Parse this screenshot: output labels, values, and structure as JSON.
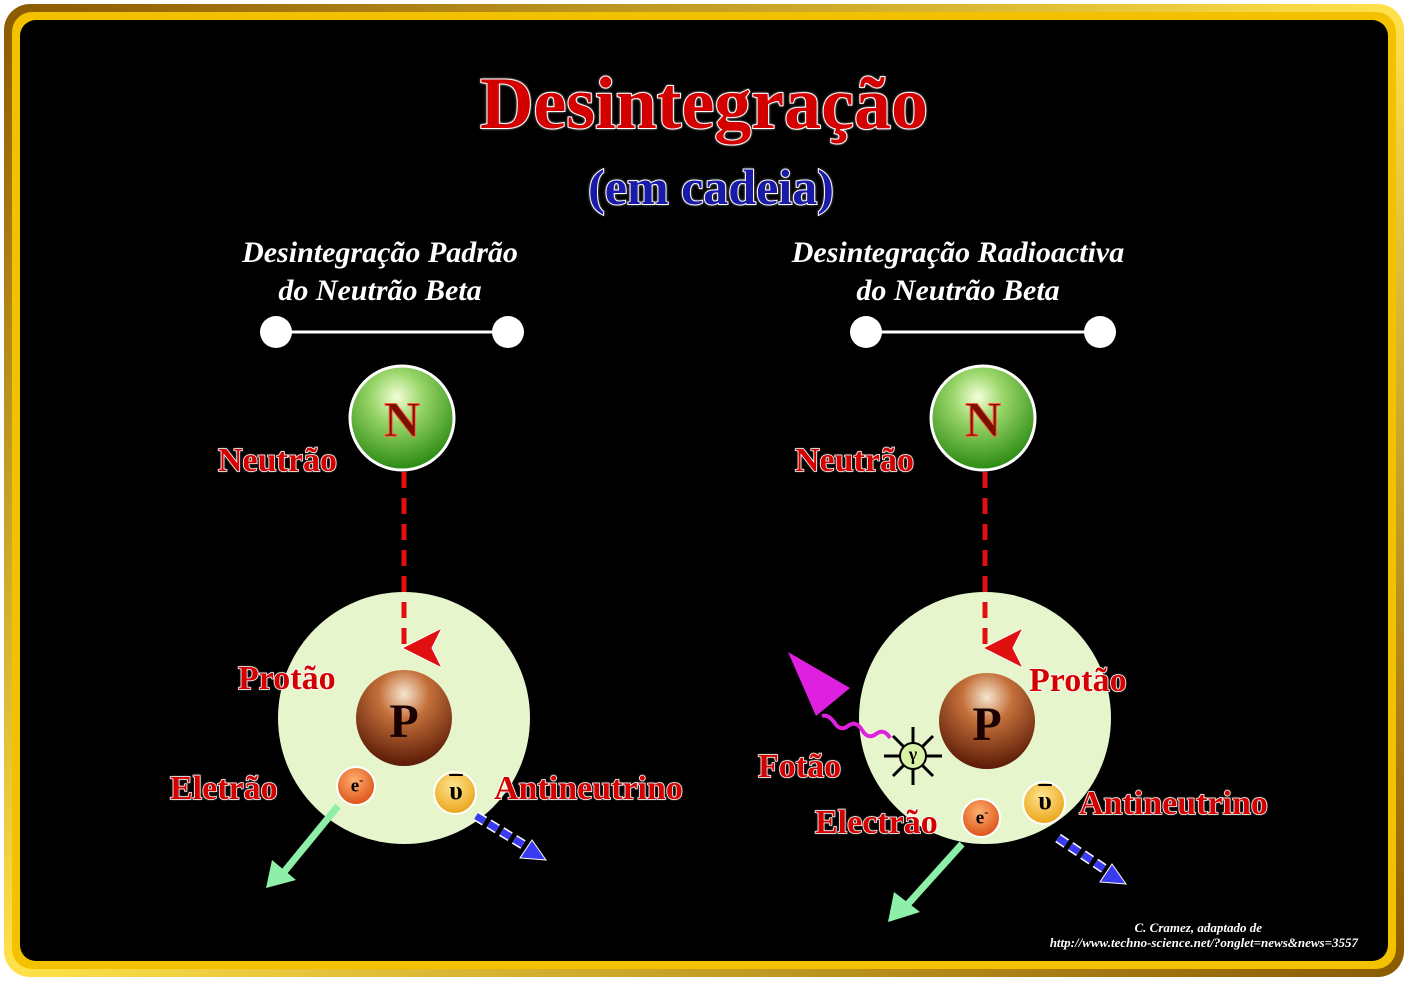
{
  "title": "Desintegração",
  "subtitle": "(em cadeia)",
  "left_panel": {
    "heading_line1": "Desintegração Padrão",
    "heading_line2": "do Neutrão Beta",
    "neutron_symbol": "N",
    "neutron_label": "Neutrão",
    "proton_symbol": "P",
    "proton_label": "Protão",
    "electron_symbol": "e",
    "electron_label": "Eletrão",
    "antineutrino_symbol": "υ",
    "antineutrino_label": "Antineutrino"
  },
  "right_panel": {
    "heading_line1": "Desintegração Radioactiva",
    "heading_line2": "do Neutrão Beta",
    "neutron_symbol": "N",
    "neutron_label": "Neutrão",
    "proton_symbol": "P",
    "proton_label": "Protão",
    "photon_symbol": "γ",
    "photon_label": "Fotão",
    "electron_symbol": "e",
    "electron_label": "Electrão",
    "antineutrino_symbol": "υ",
    "antineutrino_label": "Antineutrino"
  },
  "credit_line1": "C. Cramez, adaptado de",
  "credit_line2": "http://www.techno-science.net/?onglet=news&news=3557",
  "colors": {
    "frame_gold": "#f2c200",
    "background": "#000000",
    "title_red": "#d40000",
    "subtitle_blue": "#1a1aa8",
    "neutron_green": "#3aa020",
    "proton_brown": "#8a2e10",
    "electron_orange": "#e8641a",
    "antineutrino_yellow": "#f2b51c",
    "nucleus_halo": "#e6f5cc",
    "decay_arrow_red": "#e01010",
    "electron_arrow_green": "#8ef0a8",
    "antineutrino_arrow_blue": "#3a3af0",
    "photon_magenta": "#e020e0"
  }
}
